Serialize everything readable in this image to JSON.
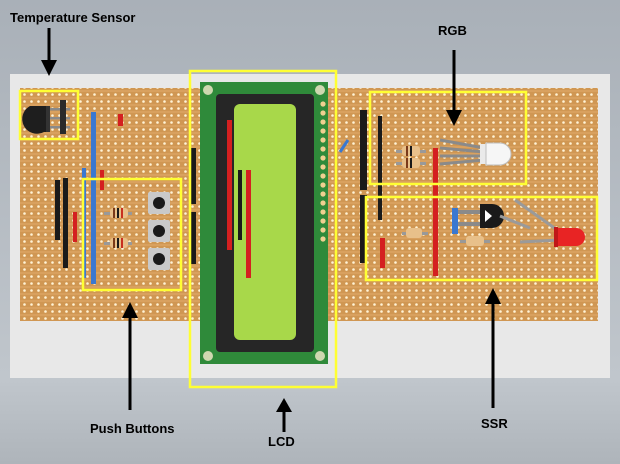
{
  "labels": {
    "temperature_sensor": "Temperature Sensor",
    "rgb": "RGB",
    "push_buttons": "Push Buttons",
    "lcd": "LCD",
    "ssr": "SSR"
  },
  "colors": {
    "stripboard": "#d9a15f",
    "highlight": "#ffff33",
    "lcd_screen": "#a8d84a",
    "lcd_pcb": "#2f8a3a",
    "wire_red": "#d42020",
    "wire_blue": "#3a78d0",
    "wire_black": "#1a1a1a"
  },
  "icons": {
    "temperature_sensor": "to92-sensor-icon",
    "rgb": "rgb-led-icon",
    "ssr": "transistor-icon",
    "led": "red-led-icon",
    "buttons": "tactile-switch-icon",
    "resistor": "resistor-icon"
  }
}
